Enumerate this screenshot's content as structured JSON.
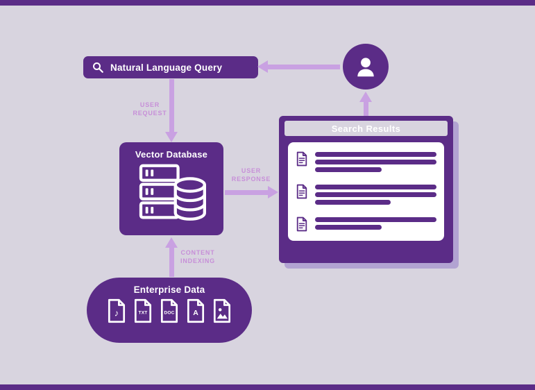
{
  "colors": {
    "background": "#d8d4df",
    "primary": "#5b2c87",
    "arrow": "#c9a1e2",
    "edge_label": "#c78fd8",
    "window_shadow": "#b2a3d2"
  },
  "nodes": {
    "query_pill": {
      "label": "Natural Language Query"
    },
    "vector_database": {
      "label": "Vector Database"
    },
    "search_results": {
      "title": "Search Results",
      "results": [
        {
          "line_widths": [
            "100%",
            "100%",
            "55%"
          ]
        },
        {
          "line_widths": [
            "100%",
            "100%",
            "62%"
          ]
        },
        {
          "line_widths": [
            "100%",
            "55%"
          ]
        }
      ]
    },
    "enterprise_data": {
      "label": "Enterprise Data",
      "files": [
        {
          "type": "audio",
          "glyph": "♪"
        },
        {
          "type": "txt",
          "glyph": "TXT"
        },
        {
          "type": "doc",
          "glyph": "DOC"
        },
        {
          "type": "pdf",
          "glyph": "A"
        },
        {
          "type": "image"
        }
      ]
    }
  },
  "edges": {
    "user_request": {
      "lines": [
        "USER",
        "REQUEST"
      ]
    },
    "user_response": {
      "lines": [
        "USER",
        "RESPONSE"
      ]
    },
    "content_indexing": {
      "lines": [
        "CONTENT",
        "INDEXING"
      ]
    }
  }
}
